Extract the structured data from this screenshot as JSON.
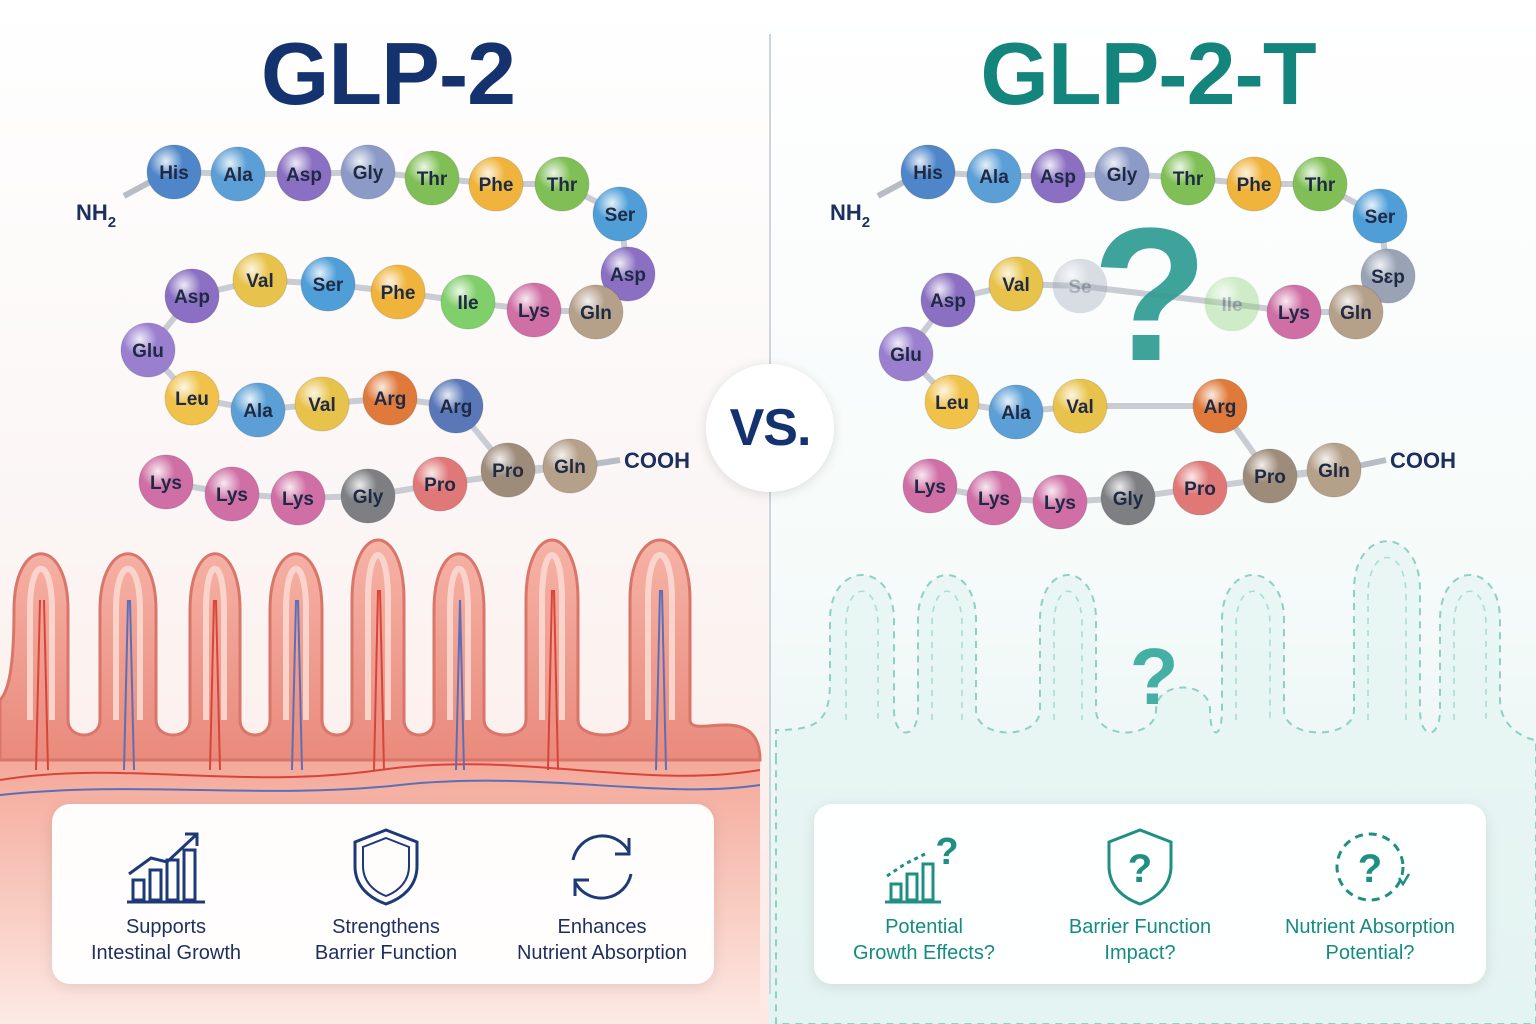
{
  "left": {
    "title": "GLP-2",
    "n_terminus": "NH",
    "n_terminus_sub": "2",
    "c_terminus": "COOH",
    "residues": [
      "His",
      "Ala",
      "Asp",
      "Gly",
      "Thr",
      "Phe",
      "Thr",
      "Ser",
      "Asp",
      "Gln",
      "Lys",
      "Ile",
      "Phe",
      "Ser",
      "Val",
      "Asp",
      "Glu",
      "Leu",
      "Ala",
      "Val",
      "Arg",
      "Arg",
      "Pro",
      "Gln",
      "Gly",
      "Lys",
      "Lys",
      "Lys",
      "Pro"
    ],
    "features": [
      {
        "line1": "Supports",
        "line2": "Intestinal Growth",
        "icon": "bar-chart-growth-icon"
      },
      {
        "line1": "Strengthens",
        "line2": "Barrier Function",
        "icon": "shield-icon"
      },
      {
        "line1": "Enhances",
        "line2": "Nutrient Absorption",
        "icon": "cycle-arrows-icon"
      }
    ]
  },
  "vs_label": "VS.",
  "right": {
    "title": "GLP-2-T",
    "n_terminus": "NH",
    "n_terminus_sub": "2",
    "c_terminus": "COOH",
    "big_question": "?",
    "villi_question": "?",
    "residues": [
      "His",
      "Ala",
      "Asp",
      "Gly",
      "Thr",
      "Phe",
      "Thr",
      "Ser",
      "Sɛp",
      "Gln",
      "Lys",
      "Ile",
      "Se",
      "Asp",
      "Val",
      "Glu",
      "Leu",
      "Ala",
      "Val",
      "Arg",
      "Pro",
      "Gln",
      "Pro",
      "Gly",
      "Lys",
      "Lys",
      "Lys"
    ],
    "features": [
      {
        "line1": "Potential",
        "line2": "Growth Effects?",
        "icon": "bar-chart-question-icon"
      },
      {
        "line1": "Barrier Function",
        "line2": "Impact?",
        "icon": "shield-question-icon"
      },
      {
        "line1": "Nutrient Absorption",
        "line2": "Potential?",
        "icon": "dashed-circle-question-icon"
      }
    ]
  },
  "colors": {
    "left_title": "#14336e",
    "right_title": "#14857c",
    "tissue": "#f2a89c",
    "teal": "#3aa79c"
  }
}
